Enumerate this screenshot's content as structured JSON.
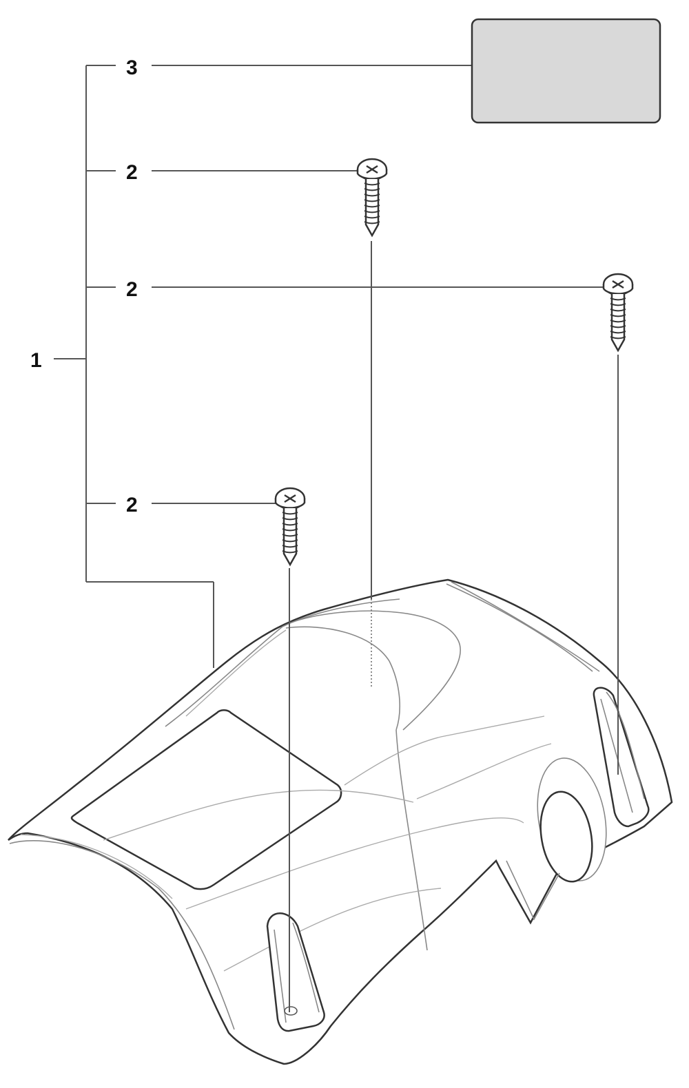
{
  "callouts": {
    "assembly": "1",
    "screw_a": "2",
    "screw_b": "2",
    "screw_c": "2",
    "label": "3"
  },
  "colors": {
    "line": "#555555",
    "outline": "#333333",
    "label_fill": "#d9d9d9"
  },
  "icons": {
    "screw": "screw-icon",
    "cover": "cover-part-icon",
    "label": "label-plate-icon"
  }
}
